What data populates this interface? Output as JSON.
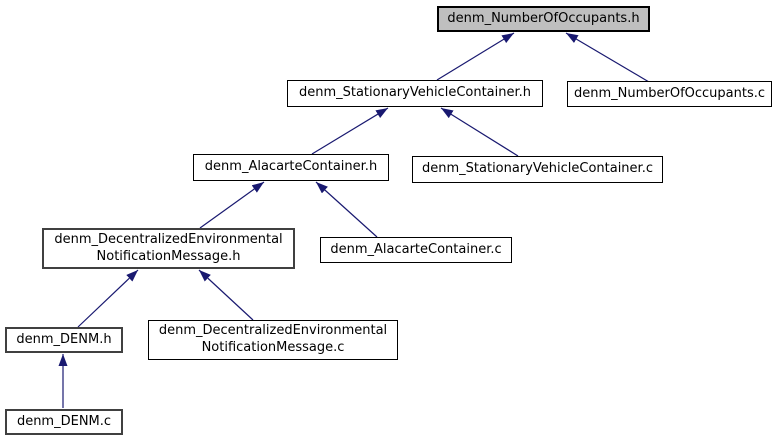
{
  "diagram": {
    "type": "include-dependency-graph",
    "root_file": "denm_NumberOfOccupants.h"
  },
  "colors": {
    "background": "#ffffff",
    "node_fill": "#ffffff",
    "node_border": "#000000",
    "thick_border": "#404040",
    "current_node_fill": "#bfbfbf",
    "edge": "#191970"
  },
  "nodes": [
    {
      "id": "denm_NumberOfOccupants.h",
      "label": [
        "denm_NumberOfOccupants.h"
      ],
      "style": "current"
    },
    {
      "id": "denm_StationaryVehicleContainer.h",
      "label": [
        "denm_StationaryVehicleContainer.h"
      ],
      "style": "normal"
    },
    {
      "id": "denm_NumberOfOccupants.c",
      "label": [
        "denm_NumberOfOccupants.c"
      ],
      "style": "normal"
    },
    {
      "id": "denm_AlacarteContainer.h",
      "label": [
        "denm_AlacarteContainer.h"
      ],
      "style": "normal"
    },
    {
      "id": "denm_StationaryVehicleContainer.c",
      "label": [
        "denm_StationaryVehicleContainer.c"
      ],
      "style": "normal"
    },
    {
      "id": "denm_DecentralizedEnvironmentalNotificationMessage.h",
      "label": [
        "denm_DecentralizedEnvironmental",
        "NotificationMessage.h"
      ],
      "style": "thick"
    },
    {
      "id": "denm_AlacarteContainer.c",
      "label": [
        "denm_AlacarteContainer.c"
      ],
      "style": "normal"
    },
    {
      "id": "denm_DENM.h",
      "label": [
        "denm_DENM.h"
      ],
      "style": "thick"
    },
    {
      "id": "denm_DecentralizedEnvironmentalNotificationMessage.c",
      "label": [
        "denm_DecentralizedEnvironmental",
        "NotificationMessage.c"
      ],
      "style": "normal"
    },
    {
      "id": "denm_DENM.c",
      "label": [
        "denm_DENM.c"
      ],
      "style": "thick"
    }
  ],
  "edges": [
    {
      "from": "denm_StationaryVehicleContainer.h",
      "to": "denm_NumberOfOccupants.h"
    },
    {
      "from": "denm_NumberOfOccupants.c",
      "to": "denm_NumberOfOccupants.h"
    },
    {
      "from": "denm_AlacarteContainer.h",
      "to": "denm_StationaryVehicleContainer.h"
    },
    {
      "from": "denm_StationaryVehicleContainer.c",
      "to": "denm_StationaryVehicleContainer.h"
    },
    {
      "from": "denm_DecentralizedEnvironmentalNotificationMessage.h",
      "to": "denm_AlacarteContainer.h"
    },
    {
      "from": "denm_AlacarteContainer.c",
      "to": "denm_AlacarteContainer.h"
    },
    {
      "from": "denm_DENM.h",
      "to": "denm_DecentralizedEnvironmentalNotificationMessage.h"
    },
    {
      "from": "denm_DecentralizedEnvironmentalNotificationMessage.c",
      "to": "denm_DecentralizedEnvironmentalNotificationMessage.h"
    },
    {
      "from": "denm_DENM.c",
      "to": "denm_DENM.h"
    }
  ]
}
